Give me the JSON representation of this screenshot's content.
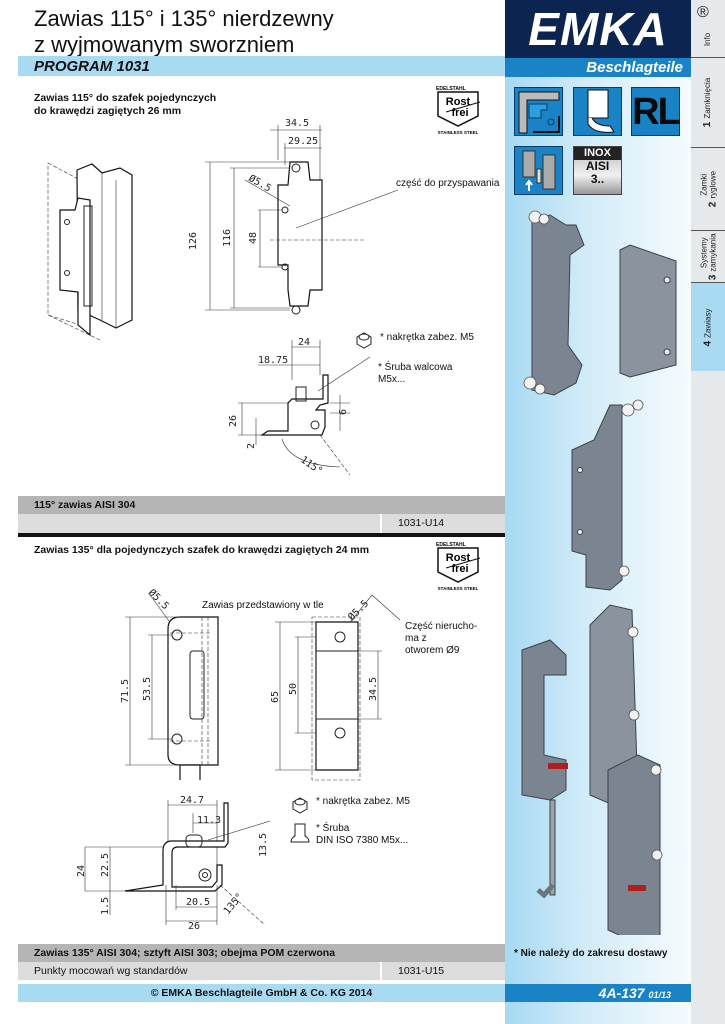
{
  "header": {
    "title_line1": "Zawias 115° i 135° nierdzewny",
    "title_line2": "z wyjmowanym sworzniem",
    "program": "PROGRAM 1031"
  },
  "brand": {
    "logo": "EMKA",
    "subtitle": "Beschlagteile",
    "registered": "®",
    "colors": {
      "navy": "#0c2550",
      "blue": "#1a83c5",
      "light_blue": "#a8daf2"
    }
  },
  "side_tabs": [
    {
      "num": "",
      "label": "Info",
      "active": false
    },
    {
      "num": "1",
      "label": "Zamknięcia",
      "active": false
    },
    {
      "num": "2",
      "label": "Zamki ryglowe",
      "active": false
    },
    {
      "num": "3",
      "label": "Systemy zamykania",
      "active": false
    },
    {
      "num": "4",
      "label": "Zawiasy",
      "active": true
    }
  ],
  "feature_icons": [
    {
      "name": "cabinet-profile-icon"
    },
    {
      "name": "door-opening-icon"
    },
    {
      "name": "rl-icon",
      "text": "RL"
    },
    {
      "name": "hinge-parts-icon"
    },
    {
      "name": "inox-icon",
      "line1": "INOX",
      "line2": "AISI",
      "line3": "3.."
    }
  ],
  "rostfrei": {
    "top": "EDELSTAHL",
    "line1": "Rost",
    "line2": "frei",
    "bottom": "STAINLESS STEEL"
  },
  "section1": {
    "heading_line1": "Zawias 115° do szafek pojedynczych",
    "heading_line2": "do krawędzi zagiętych 26 mm",
    "callout_weld": "część do przyspawania",
    "nut_note": "* nakrętka zabez. M5",
    "screw_note_line1": "* Śruba walcowa",
    "screw_note_line2": "M5x...",
    "dims": {
      "d1": "34.5",
      "d2": "29.25",
      "d3": "Ø5.5",
      "d4": "126",
      "d5": "116",
      "d6": "48",
      "d7": "24",
      "d8": "18.75",
      "d9": "26",
      "d10": "2",
      "d11": "6",
      "angle": "115°"
    },
    "spec_row": "115° zawias AISI 304",
    "article_no": "1031-U14"
  },
  "section2": {
    "heading": "Zawias 135° dla pojedynczych szafek do krawędzi zagiętych 24 mm",
    "background_note": "Zawias przedstawiony w tle",
    "callout_fixed_line1": "Część nierucho-",
    "callout_fixed_line2": "ma z",
    "callout_fixed_line3": "otworem Ø9",
    "nut_note": "* nakrętka zabez. M5",
    "screw_note_line1": "* Śruba",
    "screw_note_line2": "DIN ISO 7380 M5x...",
    "dims": {
      "d1": "Ø5.5",
      "d2": "71.5",
      "d3": "53.5",
      "d4": "Ø5.5",
      "d5": "65",
      "d6": "50",
      "d7": "34.5",
      "d8": "24.7",
      "d9": "11.3",
      "d10": "13.5",
      "d11": "24",
      "d12": "22.5",
      "d13": "1.5",
      "d14": "20.5",
      "d15": "26",
      "angle": "135°"
    },
    "spec_row": "Zawias 135° AISI 304; sztyft AISI 303; obejma POM czerwona",
    "mount_row": "Punkty mocowań wg standardów",
    "article_no": "1031-U15"
  },
  "not_included_note": "* Nie należy do zakresu dostawy",
  "footer": {
    "copyright": "© EMKA Beschlagteile GmbH & Co. KG 2014",
    "page": "4A-137",
    "version": "01/13"
  }
}
